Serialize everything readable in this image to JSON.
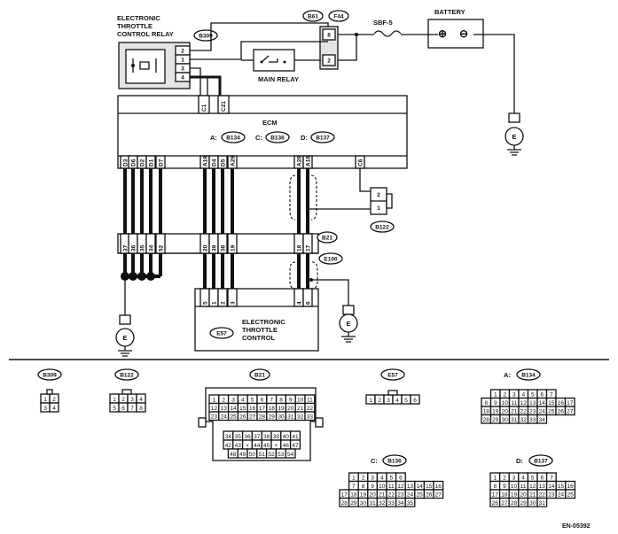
{
  "labels": {
    "etc_relay": [
      "ELECTRONIC",
      "THROTTLE",
      "CONTROL RELAY"
    ],
    "main_relay": "MAIN RELAY",
    "sbf": "SBF-5",
    "battery": "BATTERY",
    "ecm": "ECM",
    "ecm_a": "A:",
    "ecm_c": "C:",
    "ecm_d": "D:",
    "etc": [
      "ELECTRONIC",
      "THROTTLE",
      "CONTROL"
    ],
    "ground": "E",
    "doc_id": "EN-05392",
    "battery_plus": "⊕",
    "battery_minus": "⊖",
    "conn_prefix_a": "A:",
    "conn_prefix_c": "C:",
    "conn_prefix_d": "D:"
  },
  "badges": {
    "b309": "B309",
    "b61": "B61",
    "f44": "F44",
    "b134": "B134",
    "b136": "B136",
    "b137": "B137",
    "b122": "B122",
    "b21": "B21",
    "e100": "E100",
    "e57": "E57"
  },
  "relay_pins": [
    "2",
    "1",
    "3",
    "4"
  ],
  "b61_pins": [
    "8",
    "2"
  ],
  "ecm_top_pins": [
    "C1",
    "C21"
  ],
  "ecm_bottom_left": [
    "D3",
    "D6",
    "D2",
    "D1",
    "D7"
  ],
  "ecm_bottom_mid": [
    "A19",
    "D4",
    "D5",
    "A29"
  ],
  "ecm_bottom_right": [
    "A28",
    "A18"
  ],
  "ecm_c6": "C6",
  "b122_pins": [
    "2",
    "1"
  ],
  "b21_left": [
    "37",
    "36",
    "35",
    "34",
    "52"
  ],
  "b21_mid": [
    "20",
    "39",
    "38",
    "19"
  ],
  "b21_right": [
    "18",
    "17"
  ],
  "etc_pins_left": [
    "5",
    "1",
    "2",
    "3"
  ],
  "etc_pins_right": [
    "4",
    "6"
  ],
  "connectors": {
    "b309": {
      "rows": [
        [
          "1",
          "2"
        ],
        [
          "3",
          "4"
        ]
      ]
    },
    "b122": {
      "rows": [
        [
          "1",
          "2",
          "3",
          "4"
        ],
        [
          "",
          "5",
          "6",
          "7",
          "8"
        ]
      ]
    },
    "b21": {
      "top": [
        [
          "1",
          "2",
          "3",
          "4",
          "5",
          "6",
          "7",
          "8",
          "9",
          "10",
          "11"
        ],
        [
          "12",
          "13",
          "14",
          "15",
          "16",
          "17",
          "18",
          "19",
          "20",
          "21",
          "22"
        ],
        [
          "23",
          "24",
          "25",
          "26",
          "27",
          "28",
          "29",
          "30",
          "31",
          "32",
          "33"
        ]
      ],
      "bottom": [
        [
          "34",
          "35",
          "36",
          "37",
          "38",
          "39",
          "40",
          "41"
        ],
        [
          "42",
          "43",
          "×",
          "44",
          "45",
          "×",
          "46",
          "47"
        ],
        [
          "48",
          "49",
          "50",
          "51",
          "52",
          "53",
          "54"
        ]
      ]
    },
    "e57": {
      "rows": [
        [
          "1",
          "2",
          "3",
          "4",
          "5",
          "6"
        ]
      ]
    },
    "b134": {
      "rows": [
        [
          "1",
          "2",
          "3",
          "4",
          "5",
          "6",
          "7"
        ],
        [
          "8",
          "9",
          "10",
          "11",
          "12",
          "13",
          "14",
          "15",
          "16",
          "17"
        ],
        [
          "18",
          "19",
          "20",
          "21",
          "22",
          "23",
          "24",
          "25",
          "26",
          "27"
        ],
        [
          "28",
          "29",
          "30",
          "31",
          "32",
          "33",
          "34"
        ]
      ]
    },
    "b136": {
      "rows": [
        [
          "1",
          "2",
          "3",
          "4",
          "5",
          "6"
        ],
        [
          "7",
          "8",
          "9",
          "10",
          "11",
          "12",
          "13",
          "14",
          "15",
          "16"
        ],
        [
          "17",
          "18",
          "19",
          "20",
          "21",
          "22",
          "23",
          "24",
          "25",
          "26",
          "27"
        ],
        [
          "28",
          "29",
          "30",
          "31",
          "32",
          "33",
          "34",
          "35"
        ]
      ]
    },
    "b137": {
      "rows": [
        [
          "1",
          "2",
          "3",
          "4",
          "5",
          "6",
          "7"
        ],
        [
          "8",
          "9",
          "10",
          "11",
          "12",
          "13",
          "14",
          "15",
          "16"
        ],
        [
          "17",
          "18",
          "19",
          "20",
          "21",
          "22",
          "23",
          "24",
          "25"
        ],
        [
          "26",
          "27",
          "28",
          "29",
          "30",
          "31"
        ]
      ]
    }
  }
}
